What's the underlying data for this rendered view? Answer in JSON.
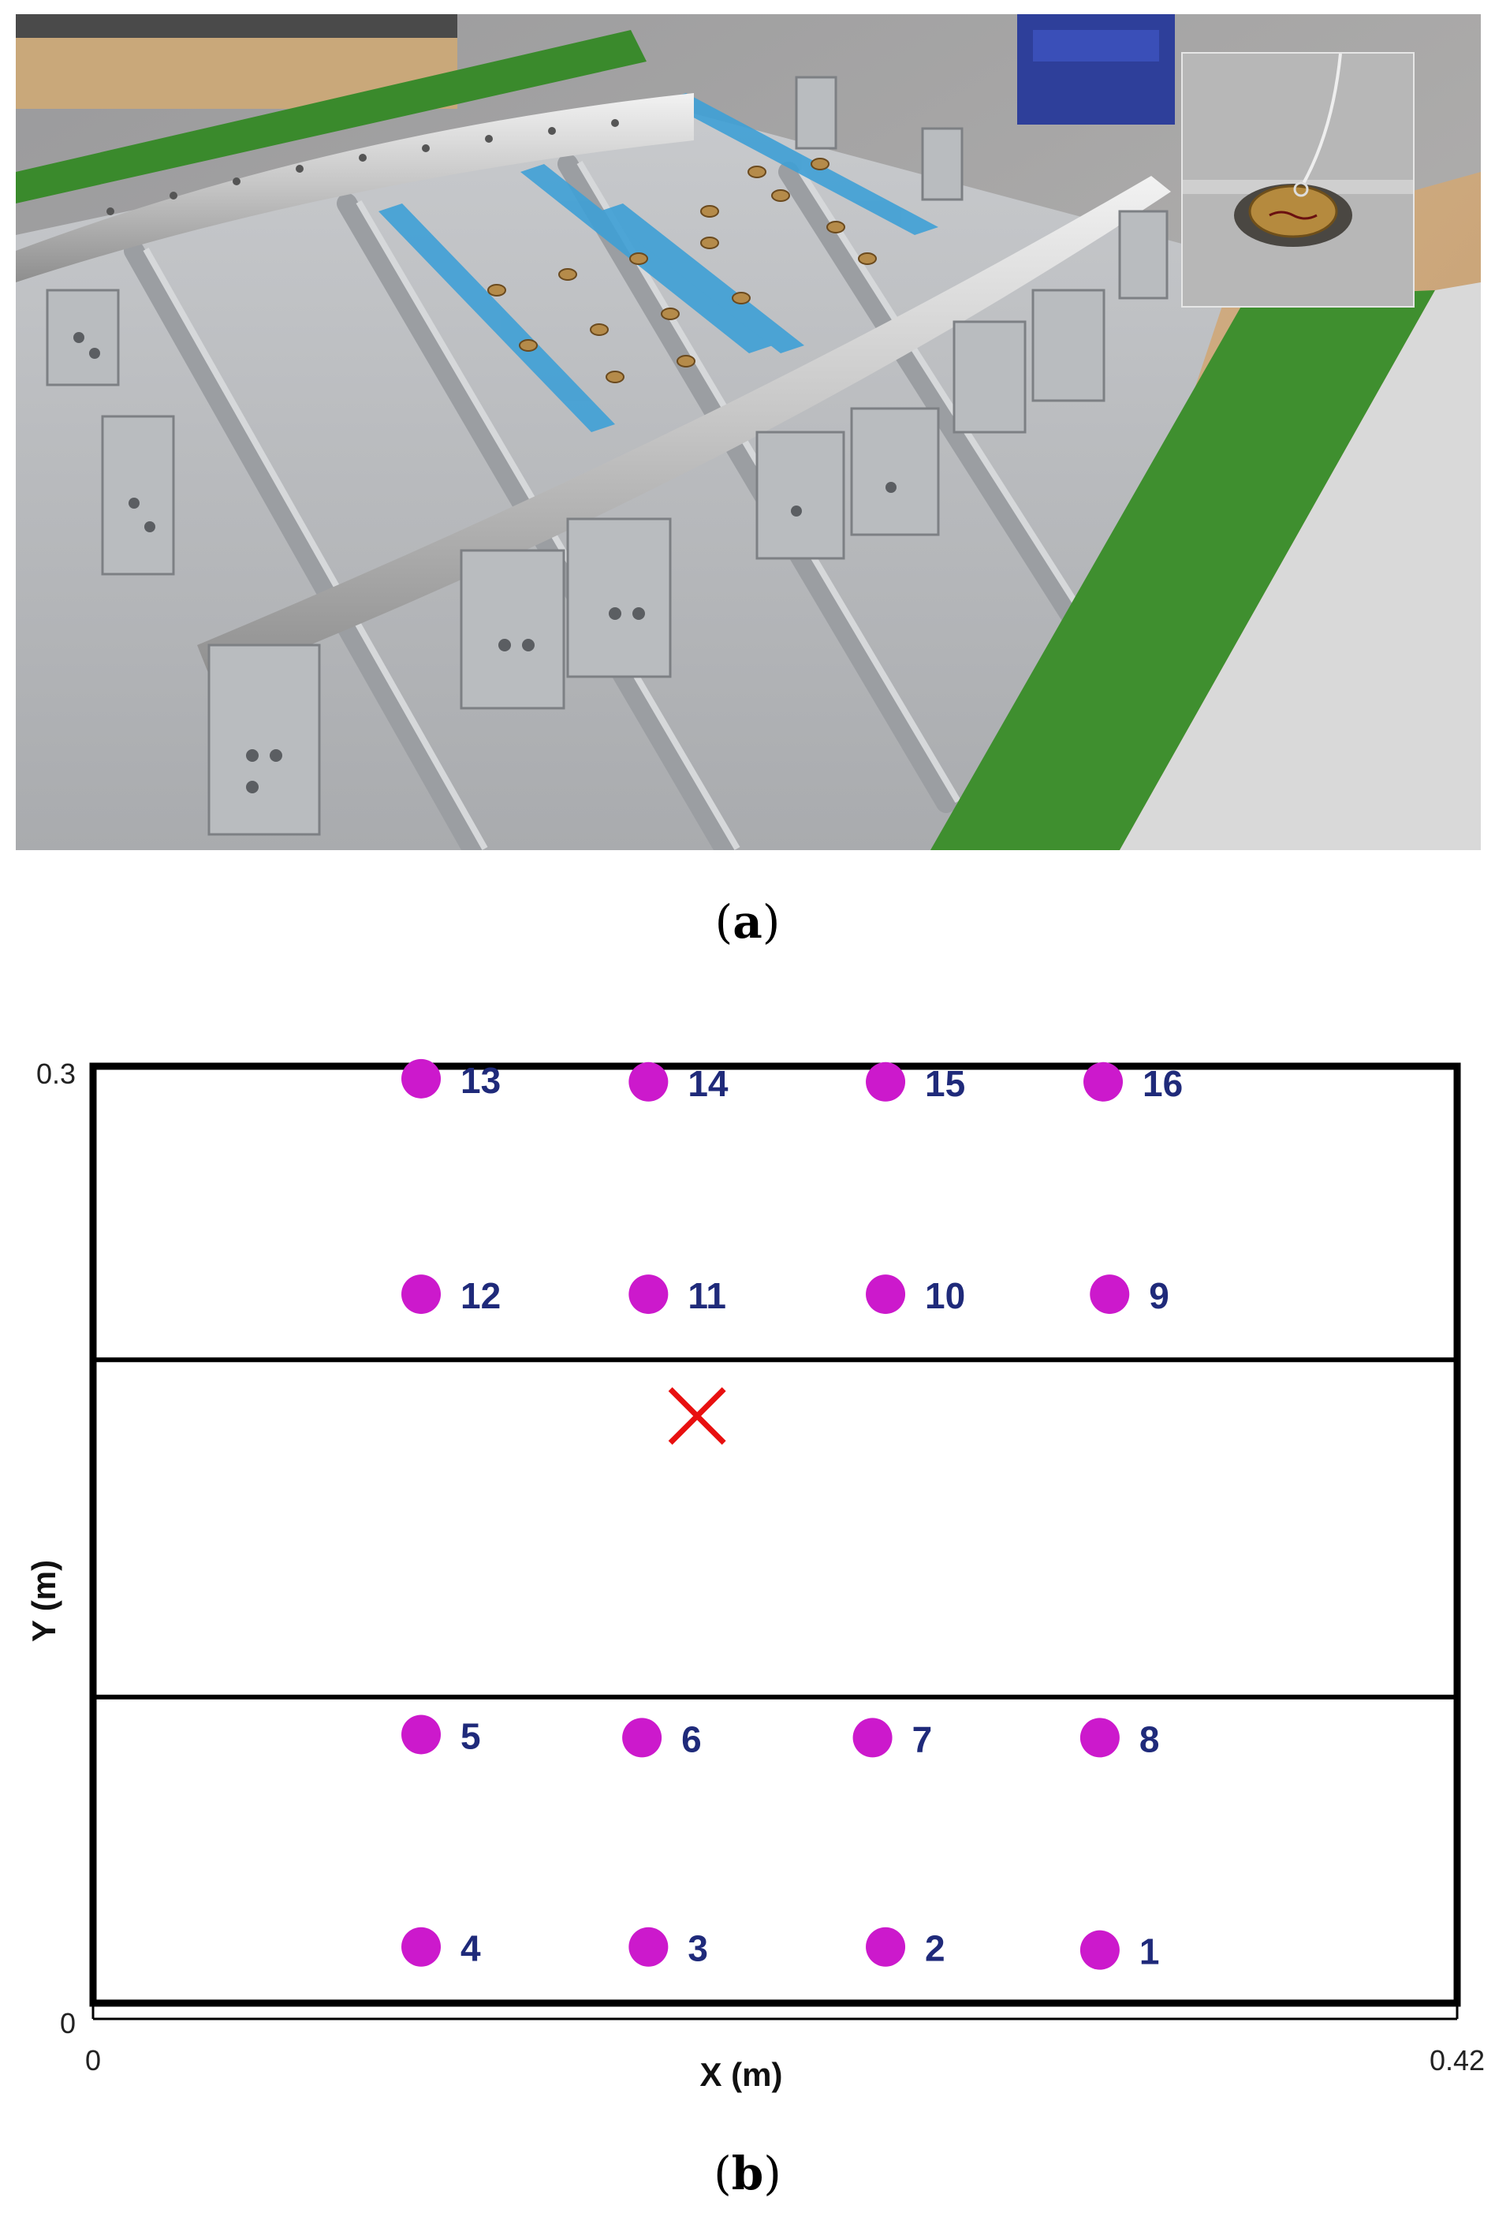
{
  "panel_a": {
    "caption": "a",
    "photo_icon": "stiffened-panel-photo",
    "inset_icon": "piezo-sensor-closeup"
  },
  "panel_b": {
    "caption": "b",
    "chart_data": {
      "type": "scatter",
      "title": "",
      "xlabel": "X (m)",
      "ylabel": "Y (m)",
      "xlim": [
        0,
        0.42
      ],
      "ylim": [
        0,
        0.3
      ],
      "x_ticks": [
        "0",
        "0.42"
      ],
      "y_ticks": [
        "0",
        "0.3"
      ],
      "grid": false,
      "stiffener_lines_y": [
        0.206,
        0.098
      ],
      "sensor_color": "#cc19cc",
      "label_color": "#1f2a7a",
      "impact_color": "#e81010",
      "sensors": [
        {
          "label": "1",
          "x": 0.31,
          "y": 0.017
        },
        {
          "label": "2",
          "x": 0.244,
          "y": 0.018
        },
        {
          "label": "3",
          "x": 0.171,
          "y": 0.018
        },
        {
          "label": "4",
          "x": 0.101,
          "y": 0.018
        },
        {
          "label": "5",
          "x": 0.101,
          "y": 0.086
        },
        {
          "label": "6",
          "x": 0.169,
          "y": 0.085
        },
        {
          "label": "7",
          "x": 0.24,
          "y": 0.085
        },
        {
          "label": "8",
          "x": 0.31,
          "y": 0.085
        },
        {
          "label": "9",
          "x": 0.313,
          "y": 0.227
        },
        {
          "label": "10",
          "x": 0.244,
          "y": 0.227
        },
        {
          "label": "11",
          "x": 0.171,
          "y": 0.227
        },
        {
          "label": "12",
          "x": 0.101,
          "y": 0.227
        },
        {
          "label": "13",
          "x": 0.101,
          "y": 0.296
        },
        {
          "label": "14",
          "x": 0.171,
          "y": 0.295
        },
        {
          "label": "15",
          "x": 0.244,
          "y": 0.295
        },
        {
          "label": "16",
          "x": 0.311,
          "y": 0.295
        }
      ],
      "impact": {
        "marker": "x",
        "x": 0.186,
        "y": 0.188
      }
    }
  }
}
